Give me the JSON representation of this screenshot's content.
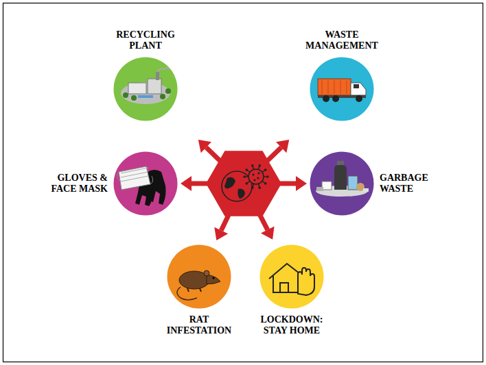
{
  "diagram": {
    "nodes": [
      {
        "text": [
          "RECYCLING PLANT"
        ]
      },
      {
        "text": [
          "WASTE MANAGEMENT"
        ]
      },
      {
        "text": [
          "GLOVES & FACE MASK"
        ]
      },
      {
        "text": [
          "GARBAGE WASTE"
        ]
      },
      {
        "text": [
          "RAT INFESTATION"
        ]
      },
      {
        "text": [
          "LOCKDOWN: STAY HOME"
        ]
      }
    ]
  }
}
